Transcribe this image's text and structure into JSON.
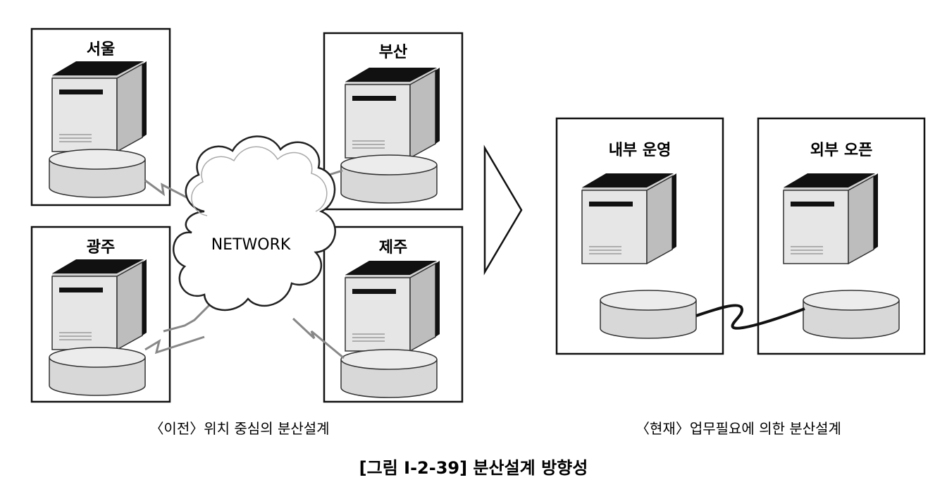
{
  "left_scenario": {
    "sites": [
      {
        "name": "서울"
      },
      {
        "name": "부산"
      },
      {
        "name": "광주"
      },
      {
        "name": "제주"
      }
    ],
    "network_label": "NETWORK",
    "caption": "〈이전〉위치 중심의 분산설계"
  },
  "right_scenario": {
    "sites": [
      {
        "name": "내부 운영"
      },
      {
        "name": "외부 오픈"
      }
    ],
    "caption": "〈현재〉업무필요에 의한 분산설계"
  },
  "figure_caption": "[그림 Ⅰ-2-39] 분산설계 방향성",
  "icons": {
    "server": "server-icon",
    "database": "database-icon",
    "cloud": "network-cloud-icon",
    "arrow": "transition-arrow-icon"
  }
}
